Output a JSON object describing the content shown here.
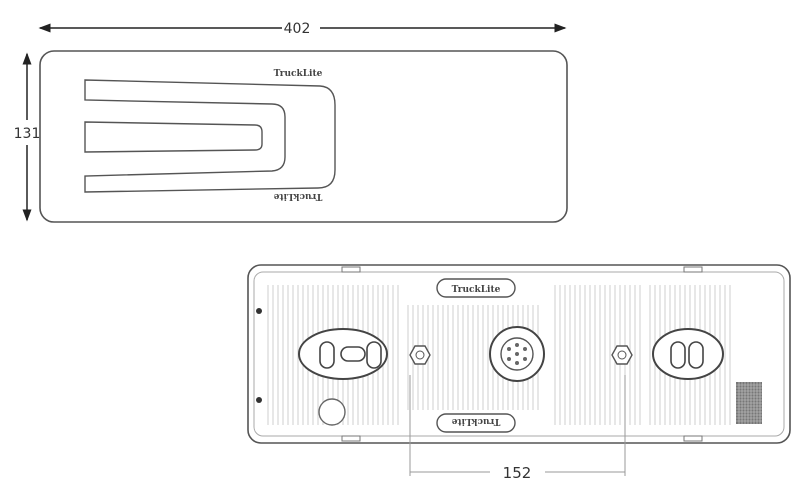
{
  "dimensions": {
    "width": "402",
    "height": "131",
    "spacing": "152"
  },
  "logo_text": "TruckLite",
  "colors": {
    "line": "#555555",
    "rib": "#cfcfcf",
    "background": "#ffffff"
  }
}
